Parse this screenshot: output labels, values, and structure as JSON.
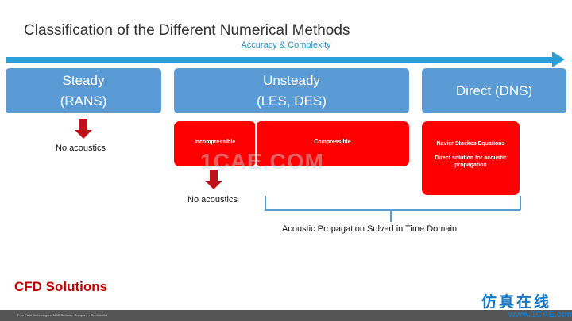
{
  "slide": {
    "title": "Classification of the Different Numerical Methods",
    "axis_label": "Accuracy & Complexity",
    "categories": [
      {
        "line1": "Steady",
        "line2": "(RANS)"
      },
      {
        "line1": "Unsteady",
        "line2": "(LES, DES)"
      },
      {
        "line1": "Direct (DNS)"
      }
    ],
    "sub_boxes": {
      "incompressible": "Incompressible",
      "compressible": "Compressible",
      "dns_line1": "Navier Stockes Equations",
      "dns_line2": "Direct solution for acoustic propagation"
    },
    "notes": {
      "no_acoustics_rans": "No acoustics",
      "no_acoustics_incompressible": "No acoustics",
      "time_domain": "Acoustic Propagation Solved in Time Domain"
    },
    "cfd_solutions": "CFD Solutions",
    "footer": "Free Field Technologies, MSC Software Company - Confidential",
    "watermark": "1CAE.COM",
    "logo_cn": "仿真在线",
    "logo_url": "www.1CAE.com"
  },
  "colors": {
    "axis_arrow": "#2e9fd6",
    "category_box": "#5b9bd5",
    "sub_box": "#ff0000",
    "down_arrow": "#c0111a",
    "cfd_text": "#c00000"
  }
}
